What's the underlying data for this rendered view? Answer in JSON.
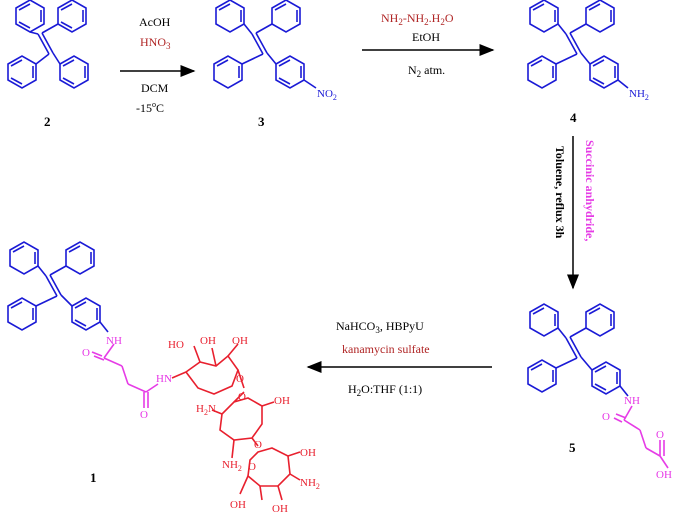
{
  "compounds": {
    "c2": "2",
    "c3": "3",
    "c4": "4",
    "c5": "5",
    "c1": "1"
  },
  "step1": {
    "reagent1": "AcOH",
    "reagent2": "HNO",
    "reagent2_sub": "3",
    "solvent": "DCM",
    "temp": "-15",
    "temp_sup": "o",
    "temp_unit": "C"
  },
  "step2": {
    "reagent": "NH",
    "reagent_sub": "2",
    "reagent_dash": "-NH",
    "reagent_sub2": "2",
    "reagent_tail": ".H",
    "reagent_sub3": "2",
    "reagent_end": "O",
    "solvent": "EtOH",
    "atm": "N",
    "atm_sub": "2",
    "atm_tail": " atm."
  },
  "step3": {
    "reagent": "Succinic anhydride,",
    "conditions": "Toluene, reflux 3h"
  },
  "step4": {
    "reagent1": "NaHCO",
    "reagent1_sub": "3",
    "reagent1_tail": ", HBPyU",
    "reagent2": "kanamycin sulfate",
    "solvent": "H",
    "solvent_sub": "2",
    "solvent_tail": "O:THF (1:1)"
  },
  "atoms": {
    "no2": "NO",
    "no2_sub": "2",
    "nh2": "NH",
    "nh2_sub": "2",
    "nh": "NH",
    "o": "O",
    "oh": "OH",
    "ho": "HO",
    "n": "N",
    "h": "H"
  },
  "colors": {
    "tpe": "#1a1ad6",
    "linker": "#e63ce6",
    "kanamycin": "#e8202e",
    "reagent_red": "#b02525"
  }
}
